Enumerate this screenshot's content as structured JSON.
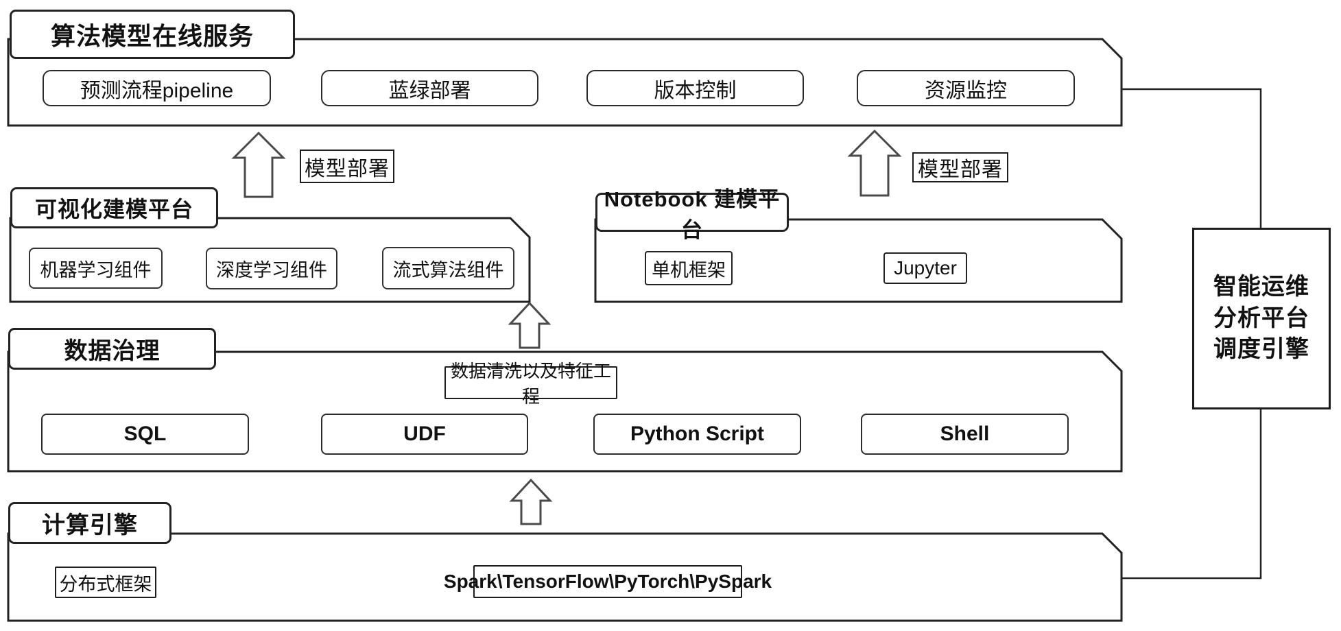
{
  "palette": {
    "container_border": "#222222",
    "arrow_stroke": "#4a4a4a",
    "background": "#ffffff"
  },
  "layers": {
    "online_service": {
      "title": "算法模型在线服务",
      "buttons": [
        "预测流程pipeline",
        "蓝绿部署",
        "版本控制",
        "资源监控"
      ]
    },
    "visual_modeling": {
      "title": "可视化建模平台",
      "buttons": [
        "机器学习组件",
        "深度学习组件",
        "流式算法组件"
      ]
    },
    "notebook_modeling": {
      "title": "Notebook 建模平台",
      "labels": [
        "单机框架",
        "Jupyter"
      ]
    },
    "data_governance": {
      "title": "数据治理",
      "tag": "数据清洗以及特征工程",
      "buttons": [
        "SQL",
        "UDF",
        "Python Script",
        "Shell"
      ]
    },
    "compute_engine": {
      "title": "计算引擎",
      "labels": [
        "分布式框架",
        "Spark\\TensorFlow\\PyTorch\\PySpark"
      ]
    }
  },
  "arrows": {
    "deploy_left_label": "模型部署",
    "deploy_right_label": "模型部署"
  },
  "scheduler": {
    "label": "智能运维分析平台调度引擎"
  }
}
